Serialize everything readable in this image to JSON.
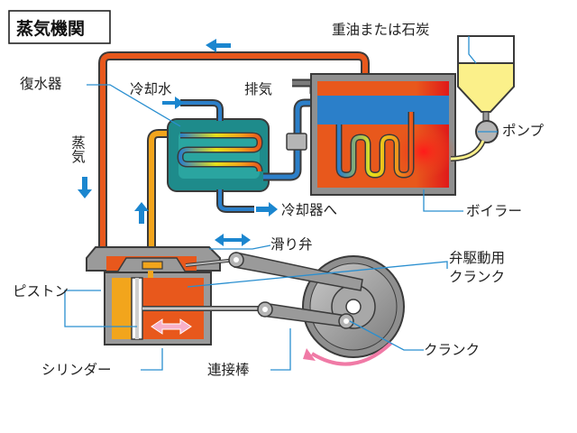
{
  "title": "蒸気機関",
  "labels": {
    "fuel": "重油または石炭",
    "condenser": "復水器",
    "coolant": "冷却水",
    "exhaust": "排気",
    "pump": "ポンプ",
    "steam": "蒸気",
    "coolant_out": "冷却器へ",
    "boiler": "ボイラー",
    "slide_valve": "滑り弁",
    "valve_crank_l1": "弁駆動用",
    "valve_crank_l2": "クランク",
    "piston": "ピストン",
    "crank": "クランク",
    "cylinder": "シリンダー",
    "connecting_rod": "連接棒"
  },
  "colors": {
    "steam_pipe": "#e8581c",
    "water_pipe": "#2b7fc9",
    "boiler_body": "#e8581c",
    "boiler_water": "#2b7fc9",
    "arrow_blue": "#1b86cf",
    "arrow_pink": "#f07aa6",
    "fuel": "#fbf08a",
    "metal": "#9a9a9a",
    "outline": "#3a3a3a",
    "leader": "#2a8fd0"
  }
}
